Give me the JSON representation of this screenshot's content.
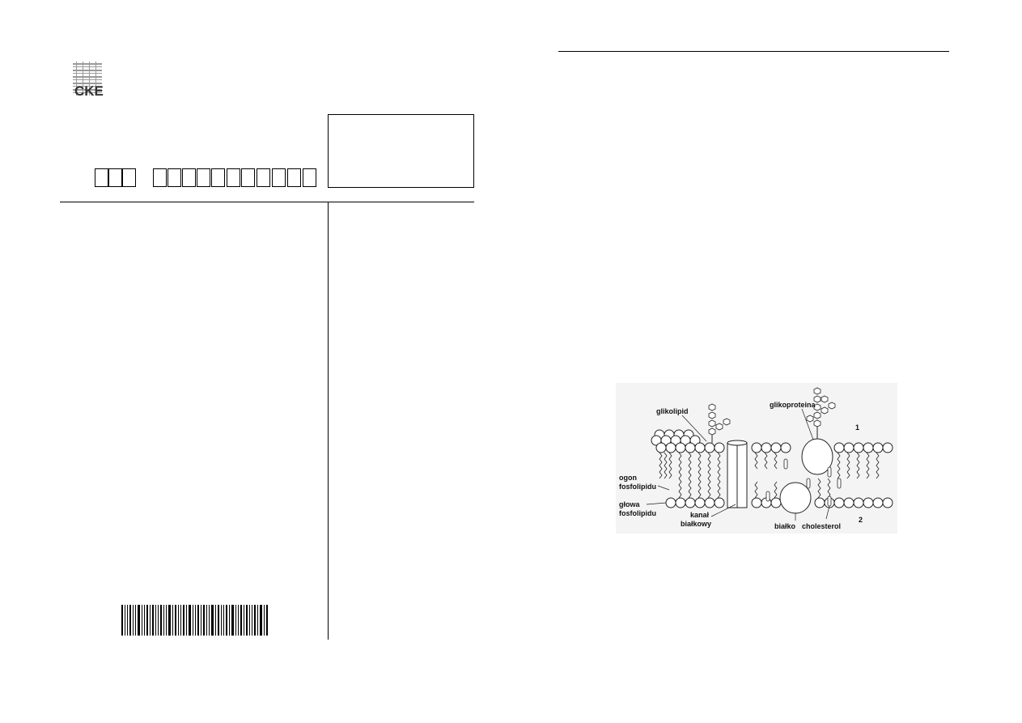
{
  "header": {
    "logo_text": "CKE",
    "code_boxes_group1": 3,
    "code_boxes_group2": 11
  },
  "diagram": {
    "labels": {
      "glikolipid": "glikolipid",
      "glikoproteina": "glikoproteina",
      "ogon_line1": "ogon",
      "ogon_line2": "fosfolipidu",
      "glowa_line1": "głowa",
      "glowa_line2": "fosfolipidu",
      "kanal_line1": "kanał",
      "kanal_line2": "białkowy",
      "bialko": "białko",
      "cholesterol": "cholesterol",
      "side1": "1",
      "side2": "2"
    }
  }
}
